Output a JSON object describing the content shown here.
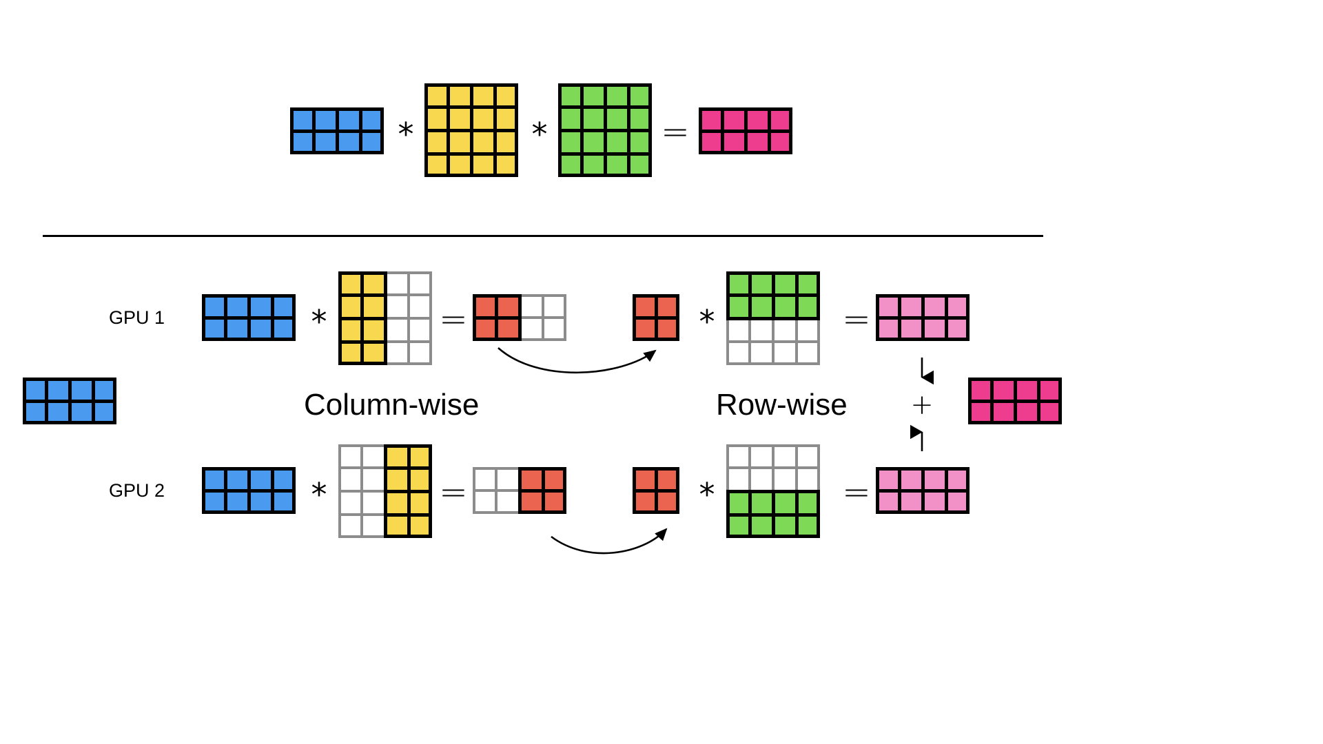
{
  "figure": {
    "title_text_present": false,
    "background": "#ffffff"
  },
  "palette": {
    "blue": "#4a9bf0",
    "yellow": "#f7d84f",
    "green": "#7ed957",
    "magenta": "#ee3d8f",
    "red": "#eb6450",
    "light_pink": "#f191c8",
    "black": "#000000",
    "gray_outline": "#8c8c8c",
    "white": "#ffffff"
  },
  "top_section": {
    "equation": [
      {
        "kind": "matrix",
        "name": "activations",
        "color": "blue",
        "rows": 2,
        "cols": 4
      },
      {
        "kind": "operator",
        "symbol": "*"
      },
      {
        "kind": "matrix",
        "name": "weight-a",
        "color": "yellow",
        "rows": 4,
        "cols": 4
      },
      {
        "kind": "operator",
        "symbol": "*"
      },
      {
        "kind": "matrix",
        "name": "weight-b",
        "color": "green",
        "rows": 4,
        "cols": 4
      },
      {
        "kind": "operator",
        "symbol": "="
      },
      {
        "kind": "matrix",
        "name": "output",
        "color": "magenta",
        "rows": 2,
        "cols": 4
      }
    ]
  },
  "divider": {
    "present": true
  },
  "bottom_section": {
    "input": {
      "name": "input-activations",
      "color": "blue",
      "rows": 2,
      "cols": 4
    },
    "stage_labels": {
      "column_wise": "Column-wise",
      "row_wise": "Row-wise"
    },
    "rows": [
      {
        "gpu_label": "GPU 1",
        "shard": "first-half",
        "steps": [
          {
            "kind": "matrix",
            "name": "gpu1-activations",
            "color": "blue",
            "rows": 2,
            "cols": 4,
            "fill": "all"
          },
          {
            "kind": "operator",
            "symbol": "*"
          },
          {
            "kind": "matrix",
            "name": "gpu1-weight-a-shard",
            "color": "yellow",
            "rows": 4,
            "cols": 4,
            "fill": "cols-0-1"
          },
          {
            "kind": "operator",
            "symbol": "="
          },
          {
            "kind": "matrix",
            "name": "gpu1-partial",
            "color": "red",
            "rows": 2,
            "cols": 4,
            "fill": "cols-0-1"
          },
          {
            "kind": "matrix",
            "name": "gpu1-partial-compact",
            "color": "red",
            "rows": 2,
            "cols": 2,
            "fill": "all"
          },
          {
            "kind": "operator",
            "symbol": "*"
          },
          {
            "kind": "matrix",
            "name": "gpu1-weight-b-shard",
            "color": "green",
            "rows": 4,
            "cols": 4,
            "fill": "rows-0-1"
          },
          {
            "kind": "operator",
            "symbol": "="
          },
          {
            "kind": "matrix",
            "name": "gpu1-output",
            "color": "light_pink",
            "rows": 2,
            "cols": 4,
            "fill": "all"
          }
        ],
        "arrow": "curved-right"
      },
      {
        "gpu_label": "GPU 2",
        "shard": "second-half",
        "steps": [
          {
            "kind": "matrix",
            "name": "gpu2-activations",
            "color": "blue",
            "rows": 2,
            "cols": 4,
            "fill": "all"
          },
          {
            "kind": "operator",
            "symbol": "*"
          },
          {
            "kind": "matrix",
            "name": "gpu2-weight-a-shard",
            "color": "yellow",
            "rows": 4,
            "cols": 4,
            "fill": "cols-2-3"
          },
          {
            "kind": "operator",
            "symbol": "="
          },
          {
            "kind": "matrix",
            "name": "gpu2-partial",
            "color": "red",
            "rows": 2,
            "cols": 4,
            "fill": "cols-2-3"
          },
          {
            "kind": "matrix",
            "name": "gpu2-partial-compact",
            "color": "red",
            "rows": 2,
            "cols": 2,
            "fill": "all"
          },
          {
            "kind": "operator",
            "symbol": "*"
          },
          {
            "kind": "matrix",
            "name": "gpu2-weight-b-shard",
            "color": "green",
            "rows": 4,
            "cols": 4,
            "fill": "rows-2-3"
          },
          {
            "kind": "operator",
            "symbol": "="
          },
          {
            "kind": "matrix",
            "name": "gpu2-output",
            "color": "light_pink",
            "rows": 2,
            "cols": 4,
            "fill": "all"
          }
        ],
        "arrow": "curved-right"
      }
    ],
    "reduce": {
      "plus_symbol": "+",
      "arrow_down": "↓",
      "arrow_up": "↑",
      "result": {
        "name": "reduced-output",
        "color": "magenta",
        "rows": 2,
        "cols": 4
      }
    }
  }
}
